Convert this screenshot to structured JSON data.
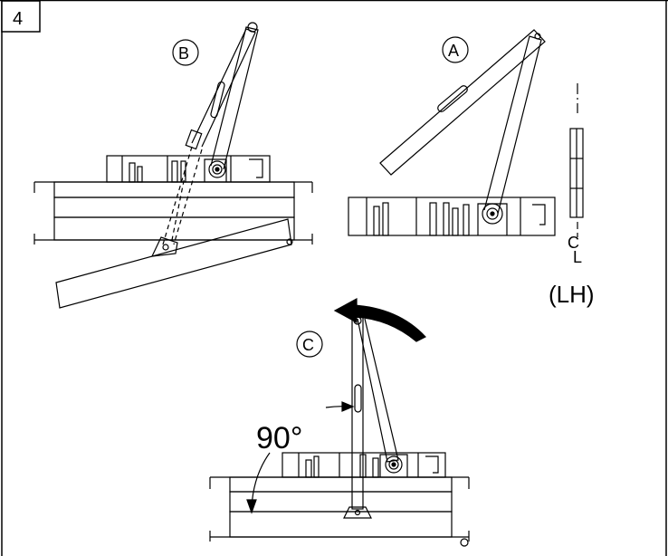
{
  "step": {
    "number": "4"
  },
  "views": {
    "b": {
      "label": "B"
    },
    "a": {
      "label": "A"
    },
    "c": {
      "label": "C"
    }
  },
  "annotations": {
    "hand": "(LH)",
    "angle": "90°",
    "centerline_c": "C",
    "centerline_l": "L"
  }
}
